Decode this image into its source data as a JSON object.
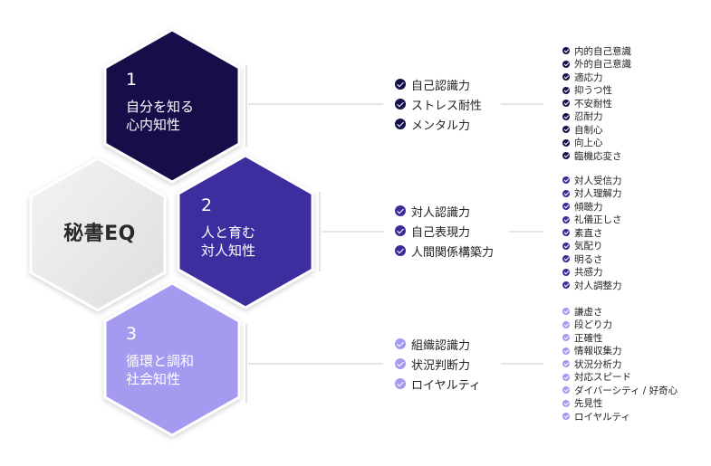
{
  "center": {
    "label": "秘書EQ"
  },
  "sections": [
    {
      "number": "1",
      "title_lines": [
        "自分を知る",
        "心内知性"
      ],
      "color": "#13104a",
      "check_color": "#13104a",
      "mid_items": [
        "自己認識力",
        "ストレス耐性",
        "メンタル力"
      ],
      "detail_items": [
        "内的自己意識",
        "外的自己意識",
        "適応力",
        "抑うつ性",
        "不安耐性",
        "忍耐力",
        "自制心",
        "向上心",
        "臨機応変さ"
      ]
    },
    {
      "number": "2",
      "title_lines": [
        "人と育む",
        "対人知性"
      ],
      "color": "#3e2fa0",
      "check_color": "#3a2d98",
      "mid_items": [
        "対人認識力",
        "自己表現力",
        "人間関係構築力"
      ],
      "detail_items": [
        "対人受信力",
        "対人理解力",
        "傾聴力",
        "礼儀正しさ",
        "素直さ",
        "気配り",
        "明るさ",
        "共感力",
        "対人調整力"
      ]
    },
    {
      "number": "3",
      "title_lines": [
        "循環と調和",
        "社会知性"
      ],
      "color": "#a49af0",
      "check_color": "#a49af0",
      "mid_items": [
        "組織認識力",
        "状況判断力",
        "ロイヤルティ"
      ],
      "detail_items": [
        "謙虚さ",
        "段どり力",
        "正確性",
        "情報収集力",
        "状況分析力",
        "対応スピード",
        "ダイバーシティ / 好奇心",
        "先見性",
        "ロイヤルティ"
      ]
    }
  ]
}
